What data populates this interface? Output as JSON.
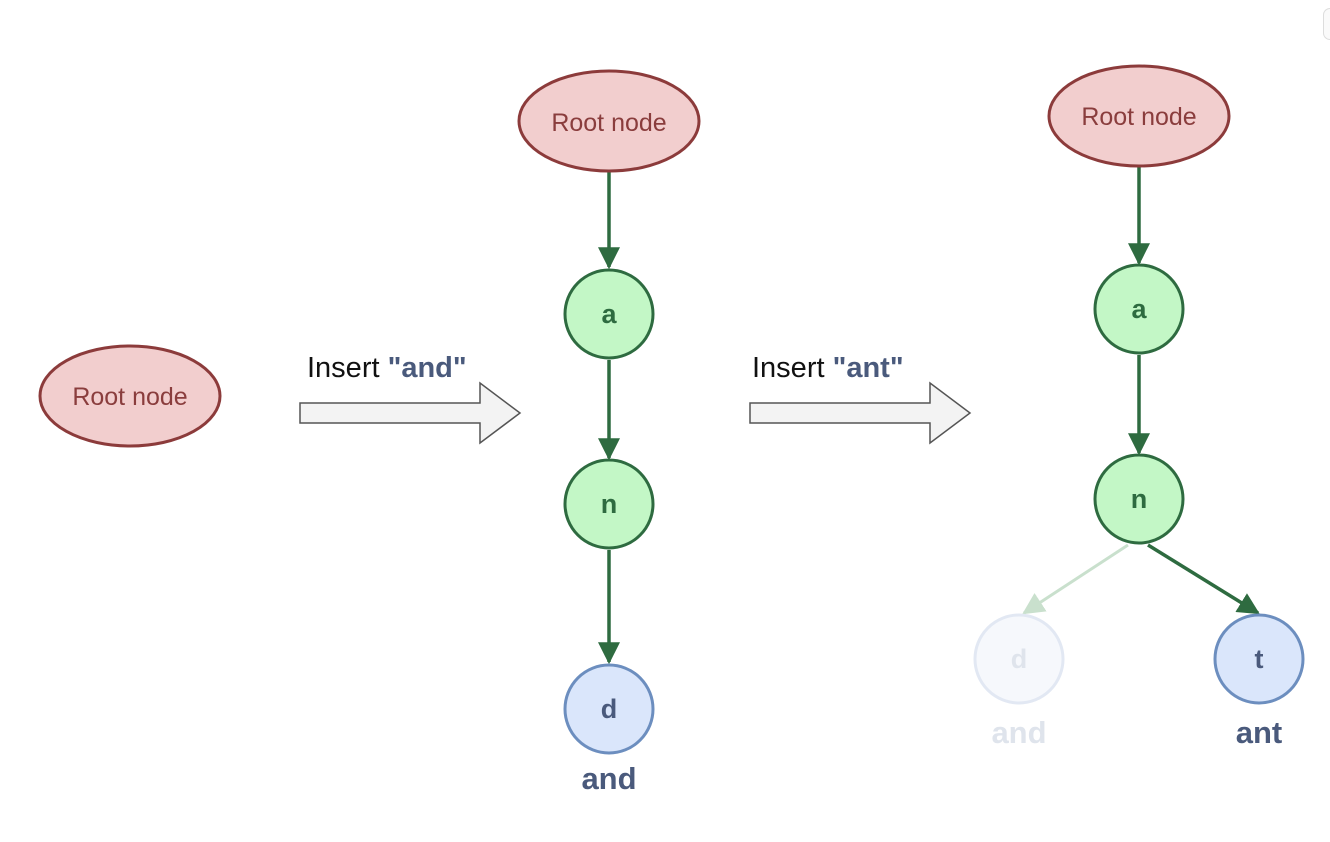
{
  "colors": {
    "root_fill": "#f2cece",
    "root_stroke": "#8c3b3b",
    "root_text": "#8a3d3d",
    "inner_fill": "#c3f7c6",
    "inner_stroke": "#2e6b40",
    "inner_text": "#2e6b40",
    "leaf_fill": "#dae6fb",
    "leaf_stroke": "#6c8ebf",
    "leaf_text": "#4a5a7c",
    "edge": "#2e6b40",
    "faded_edge": "#c9e0cd",
    "faded_fill": "#f6f8fc",
    "faded_stroke": "#e2e8f3",
    "faded_text": "#dfe4ec",
    "insert_black": "#111111",
    "insert_quoted": "#4a5a7c",
    "arrow_fill": "#f3f3f3",
    "arrow_stroke": "#555555"
  },
  "stage1": {
    "root_label": "Root node"
  },
  "transition1": {
    "prefix": "Insert ",
    "quoted": "\"and\""
  },
  "stage2": {
    "root_label": "Root node",
    "node_a": "a",
    "node_n": "n",
    "node_d": "d",
    "word_d": "and"
  },
  "transition2": {
    "prefix": "Insert ",
    "quoted": "\"ant\""
  },
  "stage3": {
    "root_label": "Root node",
    "node_a": "a",
    "node_n": "n",
    "node_d_faded": "d",
    "word_d_faded": "and",
    "node_t": "t",
    "word_t": "ant"
  }
}
